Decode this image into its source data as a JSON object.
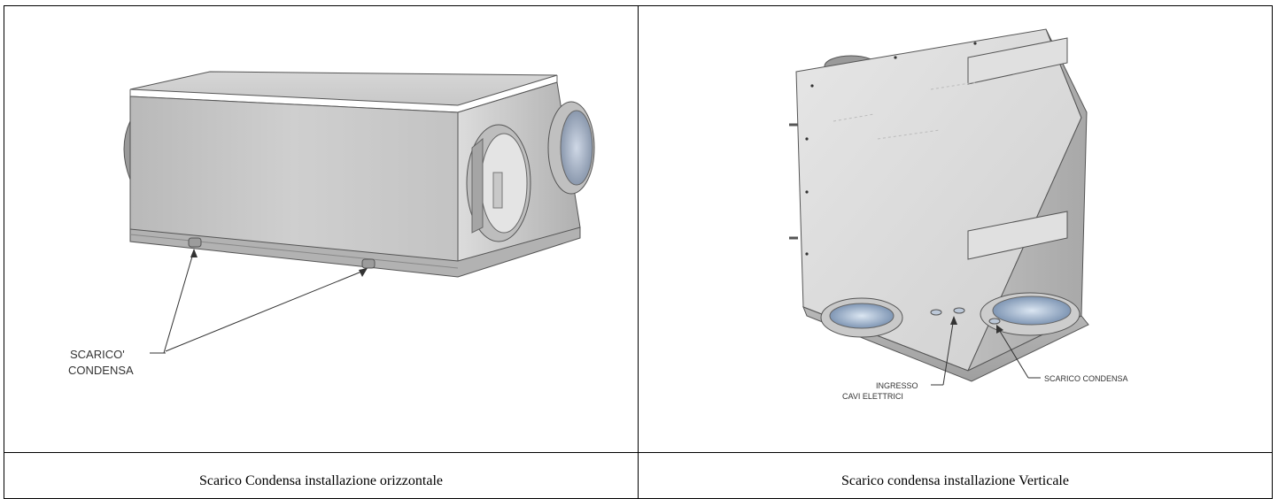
{
  "left_panel": {
    "label_line1": "SCARICO'",
    "label_line2": "CONDENSA",
    "caption": "Scarico Condensa installazione orizzontale"
  },
  "right_panel": {
    "label_cables_line1": "INGRESSO",
    "label_cables_line2": "CAVI ELETTRICI",
    "label_drain": "SCARICO CONDENSA",
    "caption": "Scarico condensa installazione Verticale"
  }
}
